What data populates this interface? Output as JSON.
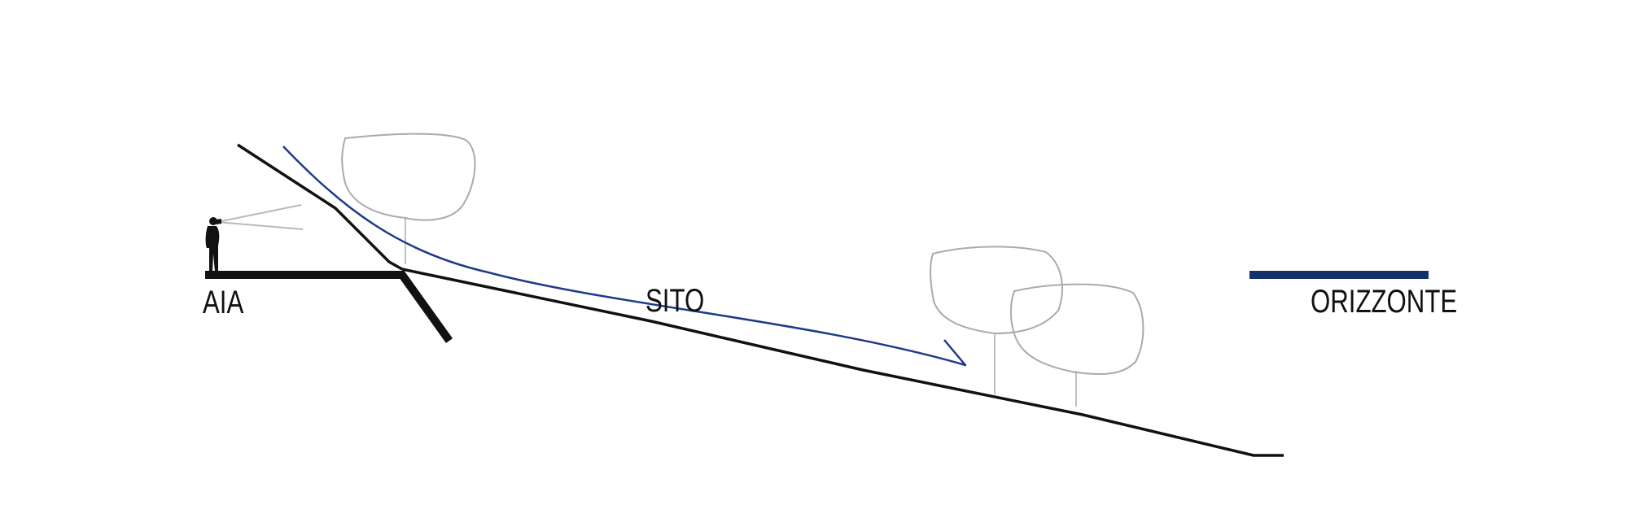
{
  "labels": {
    "terrace": "AIA",
    "site": "SITO",
    "horizon": "ORIZZONTE"
  },
  "colors": {
    "ground": "#111111",
    "view_curve": "#1f3a8a",
    "horizon_bar": "#14306b",
    "trees": "#aaaaaa",
    "sight_lines": "#b9b9b9"
  },
  "icons": {
    "observer": "person-icon",
    "trees": "tree-icon"
  }
}
